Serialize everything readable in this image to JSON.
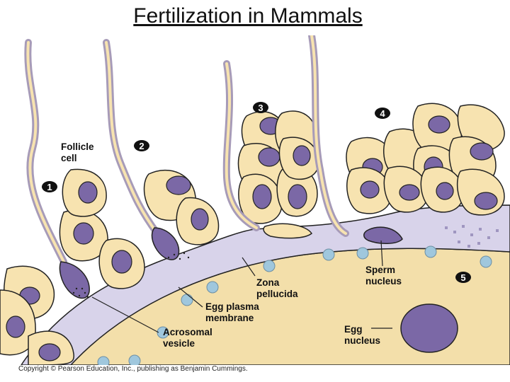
{
  "title": "Fertilization in Mammals",
  "labels": {
    "follicle_cell": [
      "Follicle",
      "cell"
    ],
    "zona_pellucida": [
      "Zona",
      "pellucida"
    ],
    "egg_plasma_membrane": [
      "Egg plasma",
      "membrane"
    ],
    "acrosomal_vesicle": [
      "Acrosomal",
      "vesicle"
    ],
    "sperm_nucleus": [
      "Sperm",
      "nucleus"
    ],
    "egg_nucleus": [
      "Egg",
      "nucleus"
    ]
  },
  "steps": [
    "1",
    "2",
    "3",
    "4",
    "5"
  ],
  "copyright": "Copyright © Pearson Education, Inc., publishing as Benjamin Cummings.",
  "colors": {
    "follicle_fill": "#f7e3b0",
    "nucleus_fill": "#7b68a6",
    "zona_fill": "#d8d3ea",
    "egg_cytoplasm": "#f3dfaa",
    "sperm_tail": "#a79bb8",
    "granule_fill": "#9fc7dd",
    "outline": "#222222"
  }
}
